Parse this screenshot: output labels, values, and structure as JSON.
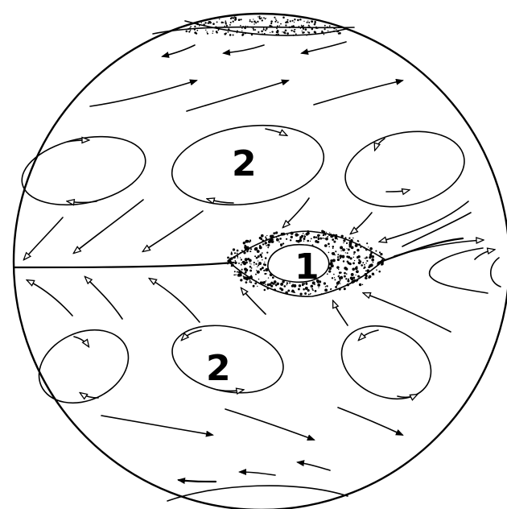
{
  "labels": {
    "center_region": "1",
    "upper_region": "2",
    "lower_region": "2"
  },
  "colors": {
    "ink": "#000000",
    "paper": "#ffffff"
  }
}
